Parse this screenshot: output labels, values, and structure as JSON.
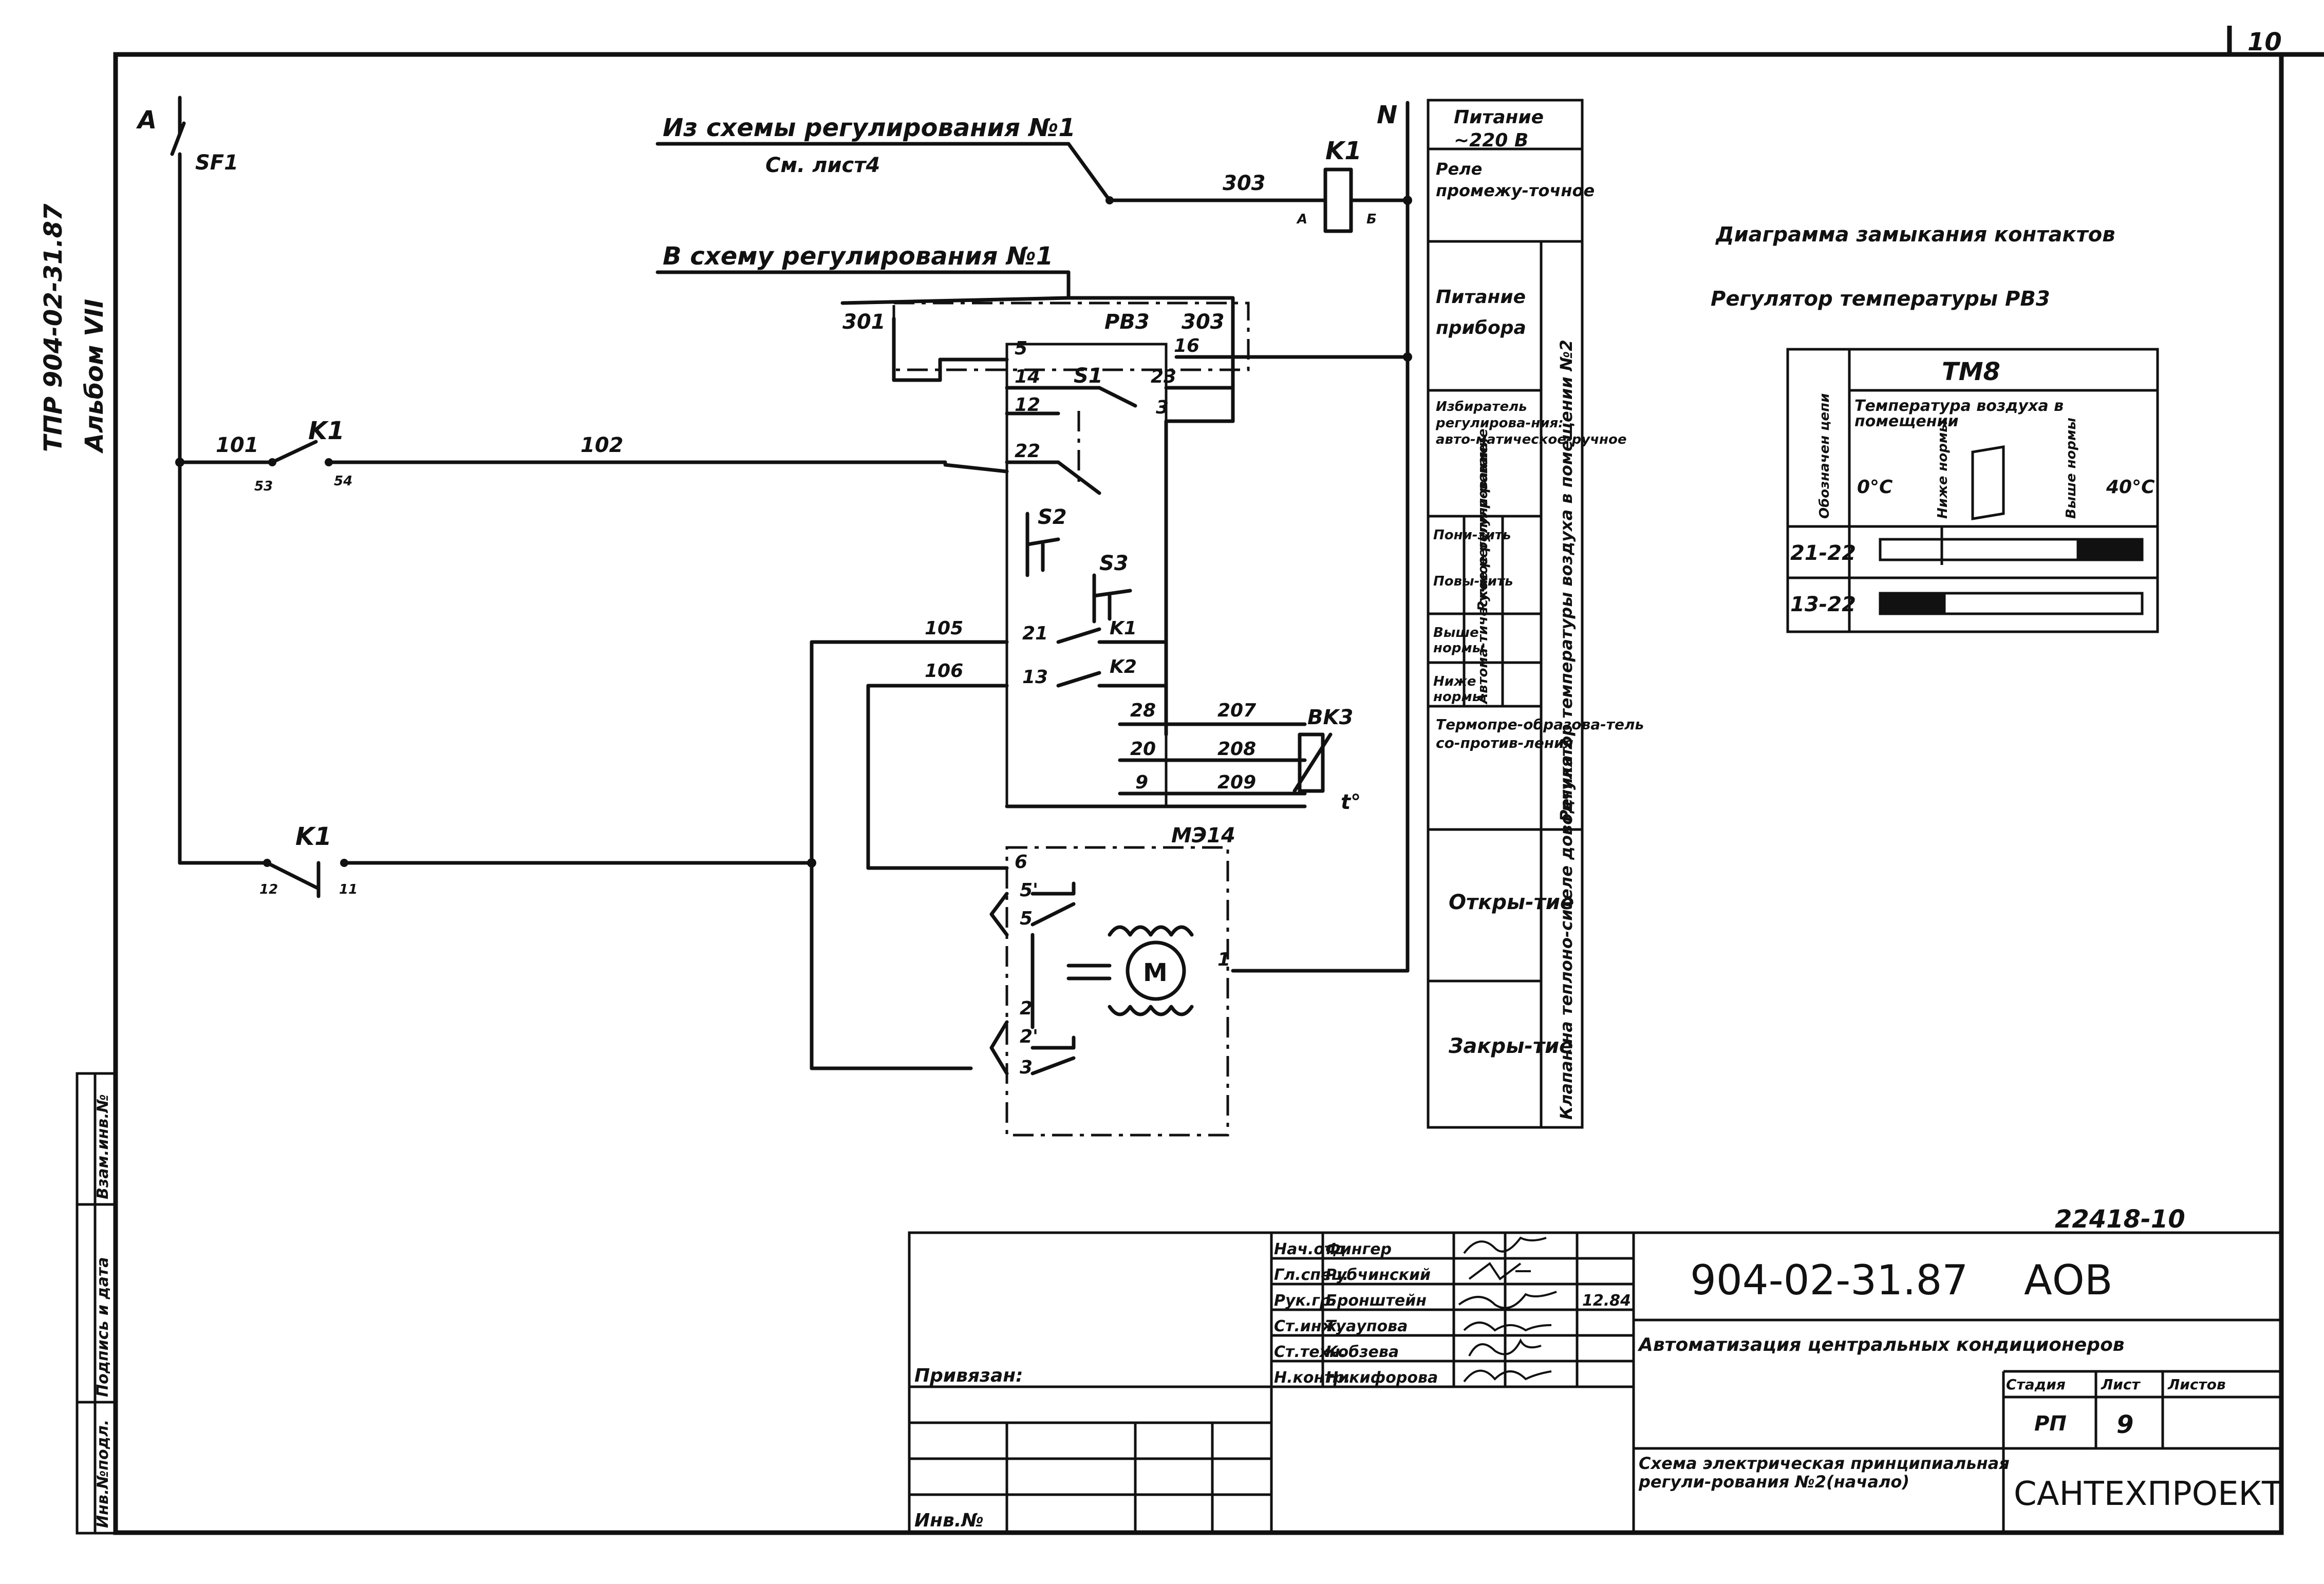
{
  "sheet_number": "10",
  "margin": {
    "album_code": "ТПР 904-02-31.87",
    "album_volume": "Альбом VII",
    "stamp_fields": [
      "Инв.№подл.",
      "Подпись и дата",
      "Взам.инв.№"
    ]
  },
  "diagram": {
    "phase": "A",
    "neutral": "N",
    "breaker": "SF1",
    "from_scheme_1": "Из схемы регулирования №1",
    "from_scheme_sheet": "См. лист4",
    "to_scheme_1": "В схему регулирования №1",
    "relay": "K1",
    "relay_pin_a": "А",
    "relay_pin_b": "Б",
    "wire_303": "303",
    "wire_301": "301",
    "wire_303b": "303",
    "regulator": "РВ3",
    "wire_101": "101",
    "wire_102": "102",
    "contact_k1_no": "K1",
    "k1_pin_53": "53",
    "k1_pin_54": "54",
    "contact_k1_nc": "K1",
    "k1_pin_12": "12",
    "k1_pin_11": "11",
    "term_5": "5",
    "term_14": "14",
    "term_12": "12",
    "term_22": "22",
    "term_16": "16",
    "term_23": "23",
    "term_3": "3",
    "switch_s1": "S1",
    "switch_s2": "S2",
    "switch_s3": "S3",
    "wire_105": "105",
    "wire_106": "106",
    "term_21": "21",
    "term_13": "13",
    "contact_k1r": "K1",
    "contact_k2r": "K2",
    "term_28": "28",
    "term_20": "20",
    "term_9": "9",
    "wire_207": "207",
    "wire_208": "208",
    "wire_209": "209",
    "sensor": "BK3",
    "sensor_t": "t°",
    "actuator": "МЭ14",
    "act_6": "6",
    "act_5p": "5'",
    "act_5": "5",
    "act_2": "2",
    "act_2p": "2'",
    "act_3": "3",
    "act_1": "1",
    "motor": "M"
  },
  "legend": {
    "power": "Питание ~220 В",
    "relay": "Реле промежу-точное",
    "device_power": "Питание прибора",
    "selector": "Избиратель регулирова-ния: авто-матическое-ручное",
    "lower": "Пони-зить",
    "raise": "Повы-сить",
    "above": "Выше нормы",
    "below": "Ниже нормы",
    "manual": "Ручное регули-рование",
    "auto": "Автома-тическое регули-рование",
    "thermo": "Термопре-образова-тель со-против-ления",
    "open": "Откры-тие",
    "close": "Закры-тие",
    "group1": "Регулятор температуры воздуха в помещении №2",
    "group2": "Клапан на теплоно-сителе доводчика 2"
  },
  "contact_diagram": {
    "title": "Диаграмма замыкания контактов",
    "subtitle": "Регулятор температуры РВ3",
    "device": "ТМ8",
    "col_chain": "Обозначен цепи",
    "col_temp": "Температура воздуха в помещении",
    "temp_min": "0°С",
    "temp_max": "40°С",
    "below_norm": "Ниже нормы",
    "above_norm": "Выше нормы",
    "rows": [
      {
        "chain": "21-22",
        "closed_from": 0.75,
        "closed_to": 1.0
      },
      {
        "chain": "13-22",
        "closed_from": 0.0,
        "closed_to": 0.25
      }
    ]
  },
  "title_block": {
    "drawing_id": "22418-10",
    "code": "904-02-31.87",
    "section": "АОВ",
    "project": "Автоматизация центральных кондиционеров",
    "sheet_title": "Схема электрическая принципиальная регули-рования №2(начало)",
    "stage_label": "Стадия",
    "sheet_label": "Лист",
    "sheets_label": "Листов",
    "stage": "РП",
    "sheet": "9",
    "sheets": "",
    "org": "САНТЕХПРОЕКТ",
    "bound": "Привязан:",
    "inv": "Инв.№",
    "date": "12.84",
    "roles": [
      {
        "role": "Нач.отд.",
        "name": "Фингер"
      },
      {
        "role": "Гл.спец.",
        "name": "Рубчинский"
      },
      {
        "role": "Рук.гр.",
        "name": "Бронштейн"
      },
      {
        "role": "Ст.инж.",
        "name": "Туаупова"
      },
      {
        "role": "Ст.техн.",
        "name": "Кобзева"
      },
      {
        "role": "Н.контр.",
        "name": "Никифорова"
      }
    ]
  }
}
